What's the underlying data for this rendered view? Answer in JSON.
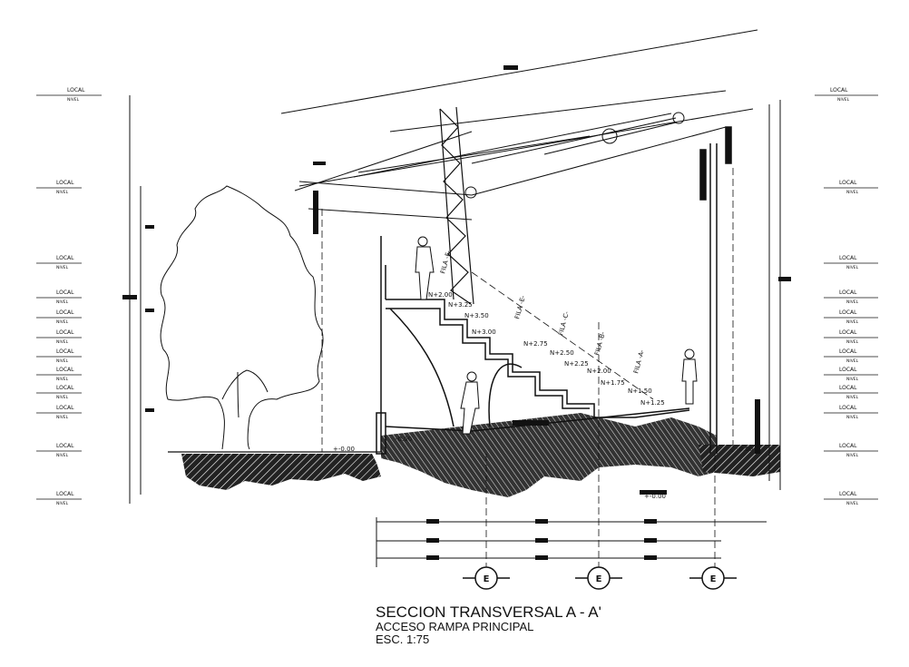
{
  "title": {
    "main": "SECCION TRANSVERSAL A - A'",
    "subtitle": "ACCESO RAMPA PRINCIPAL",
    "scale": "ESC. 1:75"
  },
  "level_tag": {
    "top": "LOCAL",
    "bottom": "NIVEL"
  },
  "elevations": [
    "N+2.00",
    "N+3.50",
    "N+3.25",
    "N+3.00",
    "N+2.75",
    "N+2.50",
    "N+2.25",
    "N+2.00",
    "N+1.75",
    "N+1.50",
    "N+1.25",
    "-0.00",
    "+-0.00",
    "+-0.00",
    "-0.00"
  ],
  "row_labels": [
    "FILA -F-",
    "FILA -E-",
    "FILA -C-",
    "FILA -B-",
    "FILA -A-"
  ],
  "axis_markers": [
    "E",
    "E",
    "E"
  ],
  "colors": {
    "line": "#111111",
    "background": "#ffffff"
  }
}
